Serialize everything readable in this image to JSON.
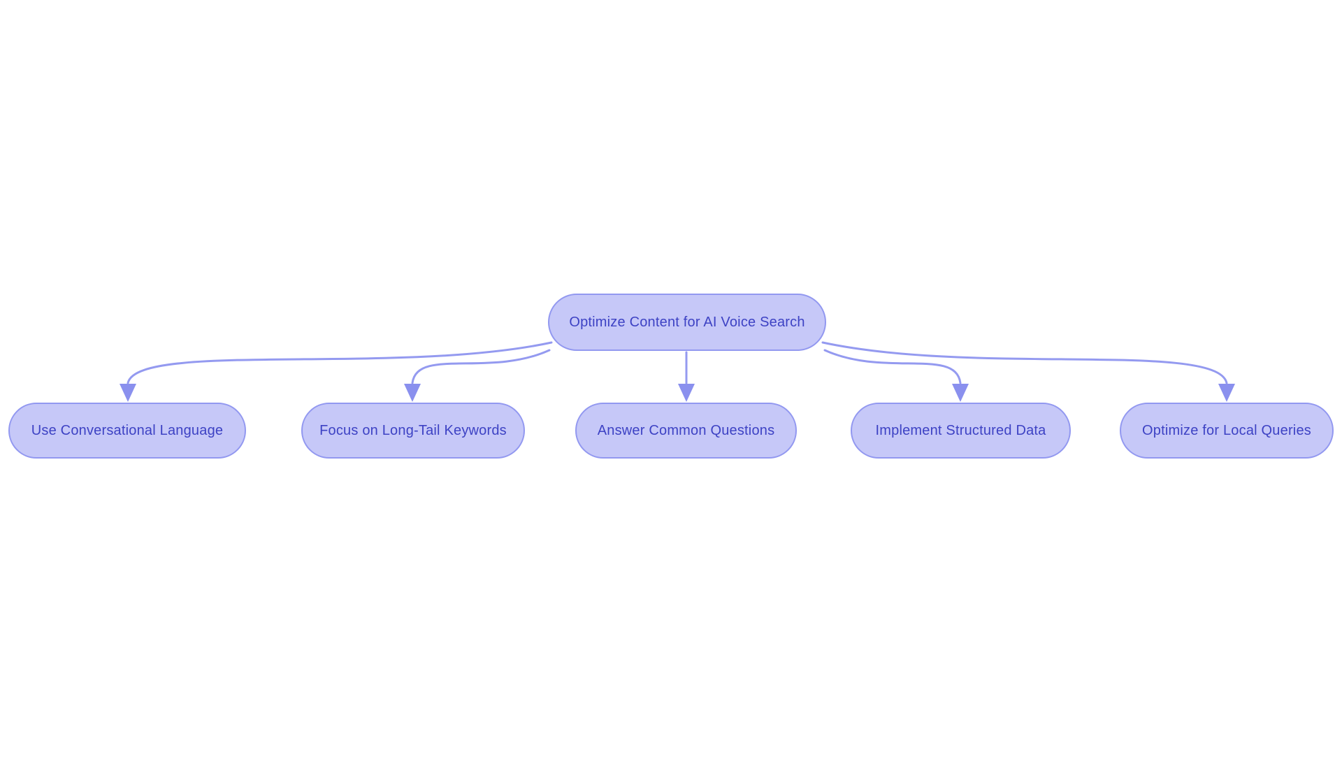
{
  "page": {
    "background": "#ffffff"
  },
  "diagram": {
    "type": "flowchart",
    "direction": "top-down",
    "root": {
      "label": "Optimize Content for AI Voice Search"
    },
    "children": [
      {
        "label": "Use Conversational Language"
      },
      {
        "label": "Focus on Long-Tail Keywords"
      },
      {
        "label": "Answer Common Questions"
      },
      {
        "label": "Implement Structured Data"
      },
      {
        "label": "Optimize for Local Queries"
      }
    ],
    "colors": {
      "node_fill": "#c6c8f8",
      "node_border": "#9298f0",
      "node_text": "#3d42c4",
      "connector": "#949af0",
      "arrowhead": "#8a90ee"
    }
  }
}
